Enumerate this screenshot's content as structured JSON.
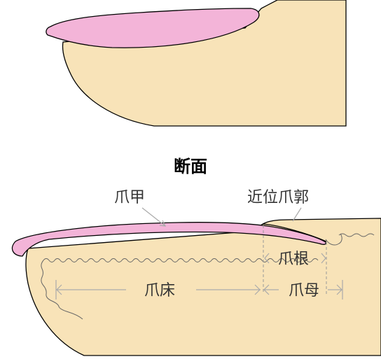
{
  "section_title": "断面",
  "labels": {
    "nail_plate": "爪甲",
    "proximal_nail_fold": "近位爪郭",
    "nail_root": "爪根",
    "nail_bed": "爪床",
    "nail_matrix": "爪母"
  },
  "colors": {
    "skin": "#f8e3b8",
    "nail": "#f3b4d8",
    "outline": "#000000",
    "leader": "#aaaaaa",
    "dashed": "#999999"
  }
}
